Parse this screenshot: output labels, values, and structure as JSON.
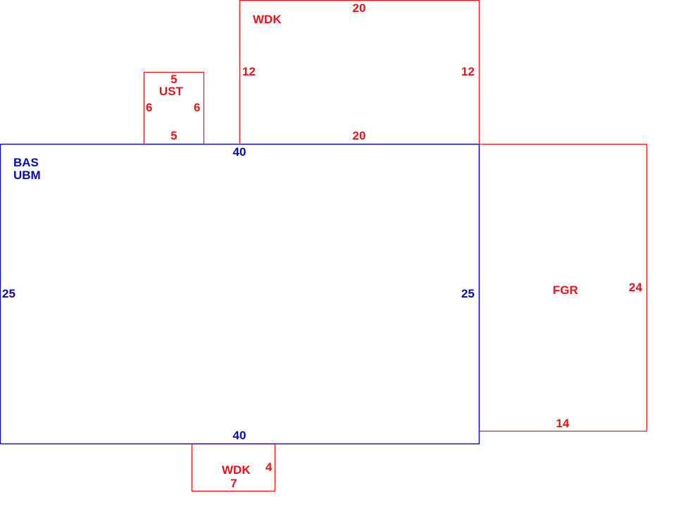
{
  "colors": {
    "base": "#0a0ab4",
    "addition": "#e8141b",
    "background": "#ffffff"
  },
  "areas": {
    "bas": {
      "codes": [
        "BAS",
        "UBM"
      ],
      "dims": {
        "top": "40",
        "bottom": "40",
        "left": "25",
        "right": "25"
      }
    },
    "ust": {
      "code": "UST",
      "dims": {
        "top": "5",
        "bottom": "5",
        "left": "6",
        "right": "6"
      }
    },
    "wdk_top": {
      "code": "WDK",
      "dims": {
        "top": "20",
        "bottom": "20",
        "left": "12",
        "right": "12"
      }
    },
    "fgr": {
      "code": "FGR",
      "dims": {
        "right": "24",
        "bottom": "14"
      }
    },
    "wdk_bottom": {
      "code": "WDK",
      "dims": {
        "right": "4",
        "bottom": "7"
      }
    }
  }
}
